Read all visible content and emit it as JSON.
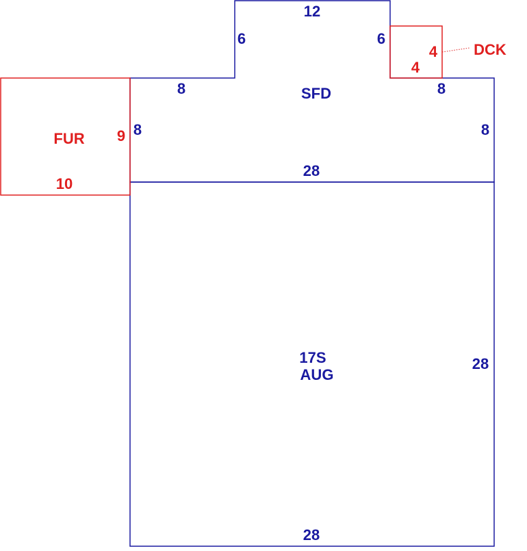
{
  "colors": {
    "building_outline": "#1a1aa0",
    "building_text": "#1a1aa0",
    "addition_outline": "#e02020",
    "addition_text": "#e02020"
  },
  "areas": {
    "sfd": {
      "code": "SFD"
    },
    "aug": {
      "line1": "17S",
      "line2": "AUG"
    },
    "fur": {
      "code": "FUR"
    },
    "dck": {
      "code": "DCK"
    }
  },
  "dimensions": {
    "sfd_bump_top": "12",
    "sfd_bump_left": "6",
    "sfd_bump_right": "6",
    "sfd_top_left": "8",
    "sfd_top_right": "8",
    "sfd_left": "8",
    "sfd_right": "8",
    "sfd_bottom": "28",
    "aug_right": "28",
    "aug_bottom": "28",
    "fur_right": "9",
    "fur_bottom": "10",
    "dck_right": "4",
    "dck_bottom": "4"
  }
}
